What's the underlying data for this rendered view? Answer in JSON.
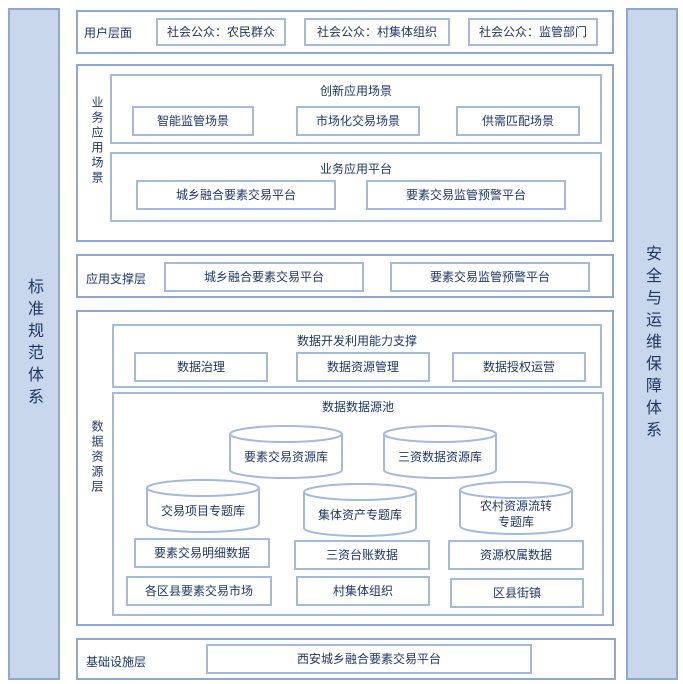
{
  "left_pillar": {
    "label": "标准规范体系"
  },
  "right_pillar": {
    "label": "安全与运维保障体系"
  },
  "user_layer": {
    "label": "用户层面",
    "items": [
      "社会公众：农民群众",
      "社会公众：村集体组织",
      "社会公众：监管部门"
    ]
  },
  "business_layer": {
    "label": "业务应用场景",
    "innovation": {
      "title": "创新应用场景",
      "items": [
        "智能监管场景",
        "市场化交易场景",
        "供需匹配场景"
      ]
    },
    "platform": {
      "title": "业务应用平台",
      "items": [
        "城乡融合要素交易平台",
        "要素交易监管预警平台"
      ]
    }
  },
  "support_layer": {
    "label": "应用支撑层",
    "items": [
      "城乡融合要素交易平台",
      "要素交易监管预警平台"
    ]
  },
  "data_layer": {
    "label": "数据资源层",
    "capability": {
      "title": "数据开发利用能力支撑",
      "items": [
        "数据治理",
        "数据资源管理",
        "数据授权运营"
      ]
    },
    "pool": {
      "title": "数据数据源池",
      "top_dbs": [
        "要素交易资源库",
        "三资数据资源库"
      ],
      "mid_dbs": [
        "交易项目专题库",
        "集体资产专题库",
        "农村资源流转专题库"
      ],
      "row1": [
        "要素交易明细数据",
        "三资台账数据",
        "资源权属数据"
      ],
      "row2": [
        "各区县要素交易市场",
        "村集体组织",
        "区县街镇"
      ]
    }
  },
  "infra_layer": {
    "label": "基础设施层",
    "item": "西安城乡融合要素交易平台"
  }
}
